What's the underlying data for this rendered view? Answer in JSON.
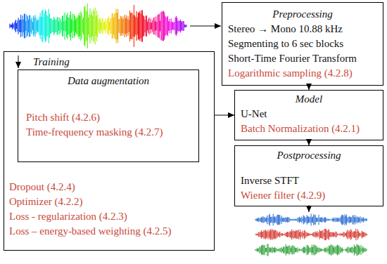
{
  "diagram": {
    "nodes": [
      {
        "text": [
          "Preprocessing",
          "Stereo → Mono 10.88 kHz",
          "Segmenting to 6 sec blocks",
          "Short-Time Fourier Transform",
          "Logarithmic sampling (4.2.8)"
        ]
      },
      {
        "text": [
          "Training",
          "Dropout (4.2.4)",
          "Optimizer (4.2.2)",
          "Loss - regularization (4.2.3)",
          "Loss – energy-based weighting (4.2.5)"
        ]
      },
      {
        "text": [
          "Data augmentation",
          "Pitch shift (4.2.6)",
          "Time-frequency masking (4.2.7)"
        ],
        "in": 1
      },
      {
        "text": [
          "Model",
          "U-Net",
          "Batch Normalization (4.2.1)"
        ]
      },
      {
        "text": [
          "Postprocessing",
          "Inverse STFT",
          "Wiener filter (4.2.9)"
        ]
      }
    ],
    "edges": [
      {
        "from": 0,
        "to": 3,
        "arrow": "to"
      },
      {
        "from": 1,
        "to": 3,
        "arrow": "to"
      },
      {
        "from": 3,
        "to": 4,
        "arrow": "to"
      }
    ]
  }
}
